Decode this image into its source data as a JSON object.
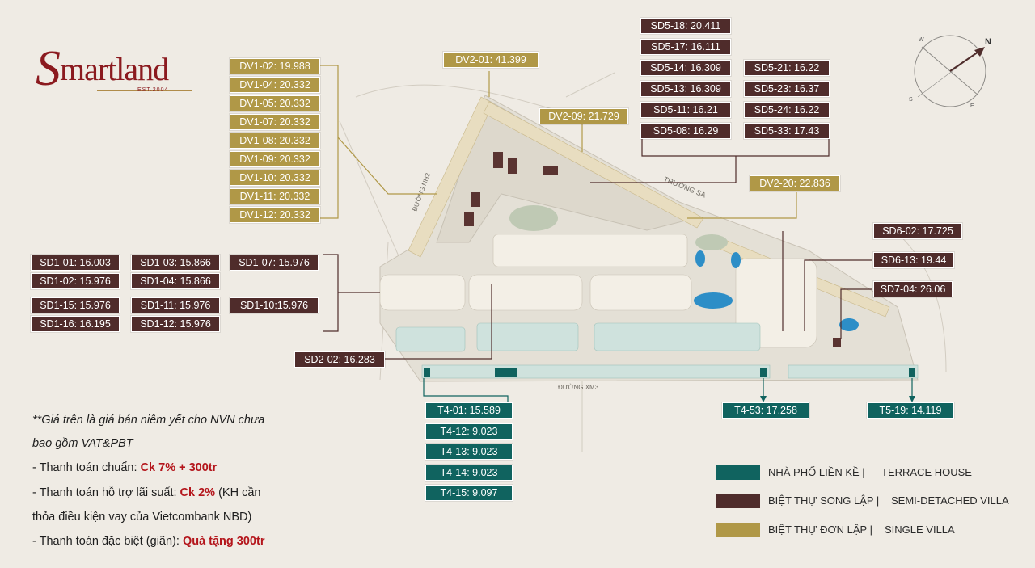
{
  "brand": {
    "name_initial": "S",
    "name_rest": "martland",
    "est": "EST.2004"
  },
  "compass": {
    "n": "N",
    "w": "W",
    "s": "S",
    "e": "E"
  },
  "roads": {
    "truong_sa": "TRƯỜNG SA",
    "duong_nh2": "ĐƯỜNG NH2",
    "duong_xm3": "ĐƯỜNG XM3"
  },
  "single_villa_labels": [
    "DV1-02: 19.988",
    "DV1-04: 20.332",
    "DV1-05: 20.332",
    "DV1-07: 20.332",
    "DV1-08: 20.332",
    "DV1-09: 20.332",
    "DV1-10: 20.332",
    "DV1-11: 20.332",
    "DV1-12: 20.332",
    "DV2-01: 41.399",
    "DV2-09: 21.729",
    "DV2-20: 22.836"
  ],
  "semi_detached_labels": [
    "SD5-18: 20.411",
    "SD5-17: 16.111",
    "SD5-14: 16.309",
    "SD5-21: 16.22",
    "SD5-13: 16.309",
    "SD5-23: 16.37",
    "SD5-11: 16.21",
    "SD5-24: 16.22",
    "SD5-08: 16.29",
    "SD5-33: 17.43",
    "SD1-01: 16.003",
    "SD1-03: 15.866",
    "SD1-07: 15.976",
    "SD1-02: 15.976",
    "SD1-04: 15.866",
    "SD1-15: 15.976",
    "SD1-11: 15.976",
    "SD1-10:15.976",
    "SD1-16: 16.195",
    "SD1-12: 15.976",
    "SD2-02: 16.283",
    "SD6-02: 17.725",
    "SD6-13: 19.44",
    "SD7-04: 26.06"
  ],
  "terrace_labels": [
    "T4-01: 15.589",
    "T4-12: 9.023",
    "T4-13: 9.023",
    "T4-14: 9.023",
    "T4-15: 9.097",
    "T4-53: 17.258",
    "T5-19: 14.119"
  ],
  "notes": {
    "line1": "**Giá trên là giá bán niêm yết cho NVN chưa",
    "line2": "bao gồm VAT&PBT",
    "line3_prefix": "- Thanh toán chuẩn: ",
    "line3_highlight": "Ck 7% + 300tr",
    "line4_prefix": "-  Thanh toán hỗ trợ lãi suất: ",
    "line4_highlight": "Ck 2%",
    "line4_suffix": " (KH cần",
    "line5": "thỏa điều kiện vay của Vietcombank NBD)",
    "line6_prefix": "- Thanh toán đặc biệt (giãn): ",
    "line6_highlight": "Quà tặng 300tr"
  },
  "legend": [
    {
      "vi": "NHÀ PHỐ LIỀN KỀ |",
      "en": "TERRACE HOUSE",
      "color": "#10635f"
    },
    {
      "vi": "BIỆT THỰ SONG LẬP |",
      "en": "SEMI-DETACHED VILLA",
      "color": "#4f2c2b"
    },
    {
      "vi": "BIỆT THỰ ĐƠN LẬP |",
      "en": "SINGLE VILLA",
      "color": "#b09847"
    }
  ],
  "colors": {
    "single_villa": "#b09847",
    "semi_detached": "#4f2c2b",
    "terrace": "#10635f",
    "accent_red": "#b4151b",
    "background": "#efebe4"
  }
}
